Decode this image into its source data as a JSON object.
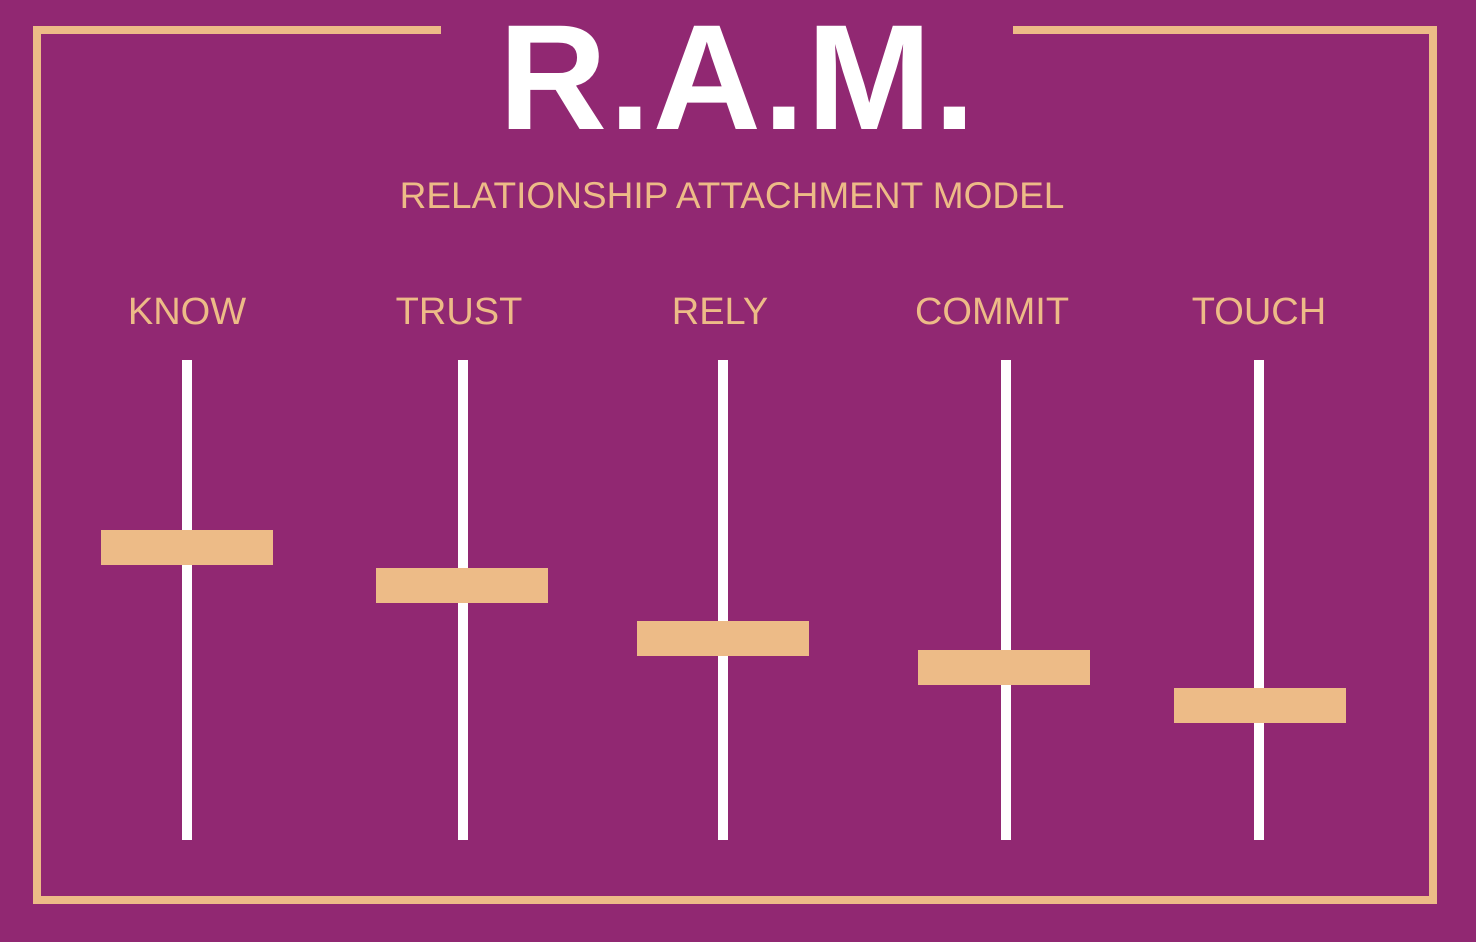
{
  "title": "R.A.M.",
  "subtitle": "RELATIONSHIP ATTACHMENT MODEL",
  "colors": {
    "background": "#912872",
    "accent": "#EDBB87",
    "track": "#FFFFFF"
  },
  "sliders": [
    {
      "label": "KNOW",
      "level": 0.61
    },
    {
      "label": "TRUST",
      "level": 0.53
    },
    {
      "label": "RELY",
      "level": 0.42
    },
    {
      "label": "COMMIT",
      "level": 0.36
    },
    {
      "label": "TOUCH",
      "level": 0.28
    }
  ]
}
